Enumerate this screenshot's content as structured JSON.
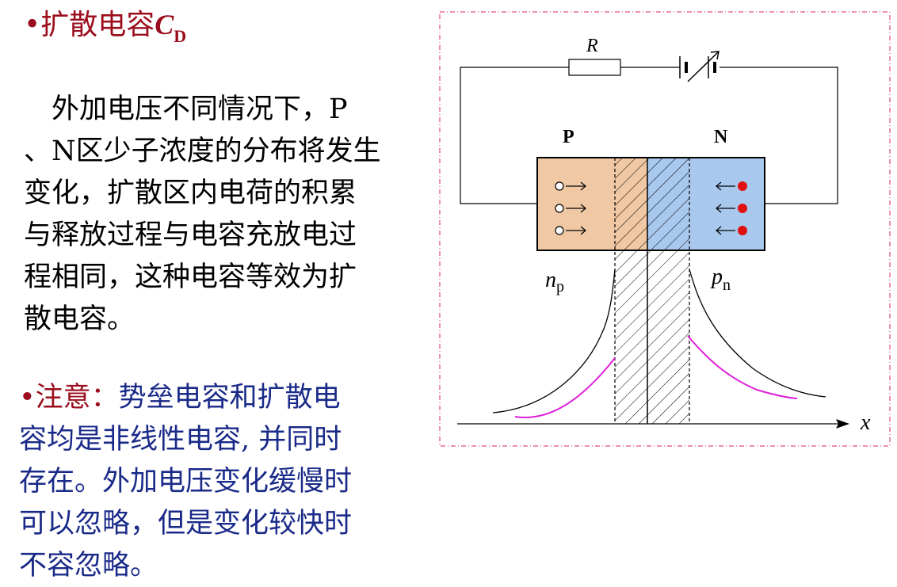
{
  "title": {
    "bullet": "•",
    "text": "扩散电容",
    "var": "C",
    "sub": "D"
  },
  "description": {
    "lines": [
      "　外加电压不同情况下，P",
      "、N区少子浓度的分布将发生",
      "变化，扩散区内电荷的积累",
      "与释放过程与电容充放电过",
      "程相同，这种电容等效为扩",
      "散电容。"
    ]
  },
  "note": {
    "bullet": "•",
    "label": "注意：",
    "first_line_rest": "势垒电容和扩散电",
    "lines": [
      "容均是非线性电容, 并同时",
      "存在。外加电压变化缓慢时",
      "可以忽略，但是变化较快时",
      "不容忽略。"
    ]
  },
  "diagram": {
    "resistor_label": "R",
    "p_label": "P",
    "n_label": "N",
    "np_main": "n",
    "np_sub": "p",
    "pn_main": "p",
    "pn_sub": "n",
    "axis_label": "x",
    "colors": {
      "p_region": "#f0c9a4",
      "n_region": "#a9c8ee",
      "electron": "#e01010",
      "change_curve": "#e01fd8",
      "border": "#e04a8a"
    }
  }
}
